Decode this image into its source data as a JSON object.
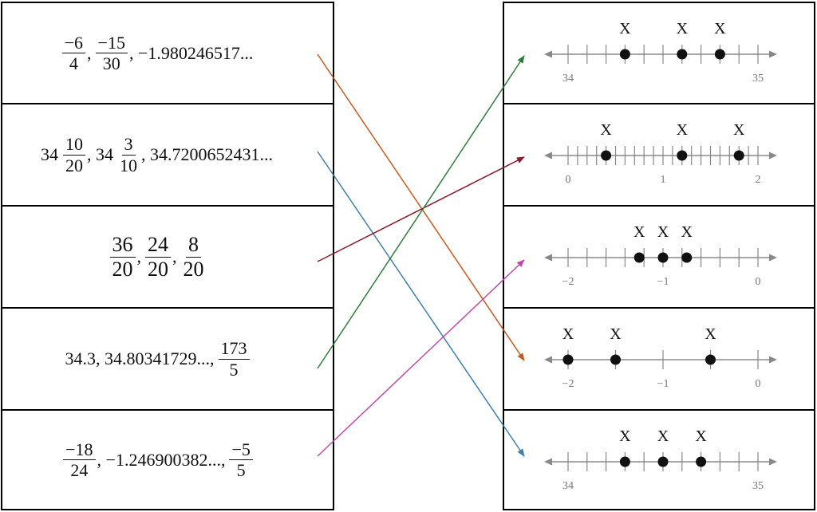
{
  "left_items": [
    {
      "id": "L1",
      "parts": [
        {
          "type": "frac",
          "num": "−6",
          "den": "4"
        },
        {
          "type": "text",
          "value": ","
        },
        {
          "type": "frac",
          "num": "−15",
          "den": "30"
        },
        {
          "type": "text",
          "value": ", −1.980246517..."
        }
      ]
    },
    {
      "id": "L2",
      "parts": [
        {
          "type": "whole",
          "value": "34"
        },
        {
          "type": "frac",
          "num": "10",
          "den": "20"
        },
        {
          "type": "text",
          "value": ", 34"
        },
        {
          "type": "frac",
          "num": "3",
          "den": "10"
        },
        {
          "type": "text",
          "value": ", 34.7200652431..."
        }
      ]
    },
    {
      "id": "L3",
      "parts": [
        {
          "type": "frac",
          "num": "36",
          "den": "20",
          "big": true
        },
        {
          "type": "text",
          "value": ","
        },
        {
          "type": "frac",
          "num": "24",
          "den": "20",
          "big": true
        },
        {
          "type": "text",
          "value": ","
        },
        {
          "type": "frac",
          "num": "8",
          "den": "20",
          "big": true
        }
      ]
    },
    {
      "id": "L4",
      "parts": [
        {
          "type": "text",
          "value": "34.3, 34.80341729..., "
        },
        {
          "type": "frac",
          "num": "173",
          "den": "5"
        }
      ]
    },
    {
      "id": "L5",
      "parts": [
        {
          "type": "frac",
          "num": "−18",
          "den": "24"
        },
        {
          "type": "text",
          "value": ", −1.246900382..., "
        },
        {
          "type": "frac",
          "num": "−5",
          "den": "5"
        }
      ]
    }
  ],
  "number_lines": [
    {
      "id": "R1",
      "min": 34,
      "max": 35,
      "minor_ticks": 10,
      "labels": [
        {
          "value": 34,
          "text": "34"
        },
        {
          "value": 35,
          "text": "35"
        }
      ],
      "points": [
        34.3,
        34.6,
        34.8
      ],
      "point_label": "X"
    },
    {
      "id": "R2",
      "min": 0,
      "max": 2,
      "minor_ticks": 20,
      "labels": [
        {
          "value": 0,
          "text": "0"
        },
        {
          "value": 1,
          "text": "1"
        },
        {
          "value": 2,
          "text": "2"
        }
      ],
      "points": [
        0.4,
        1.2,
        1.8
      ],
      "point_label": "X"
    },
    {
      "id": "R3",
      "min": -2,
      "max": 0,
      "minor_ticks": 10,
      "labels": [
        {
          "value": -2,
          "text": "−2"
        },
        {
          "value": -1,
          "text": "−1"
        },
        {
          "value": 0,
          "text": "0"
        }
      ],
      "points": [
        -1.25,
        -1.0,
        -0.75
      ],
      "point_label": "X"
    },
    {
      "id": "R4",
      "min": -2,
      "max": 0,
      "minor_ticks": 4,
      "labels": [
        {
          "value": -2,
          "text": "−2"
        },
        {
          "value": -1,
          "text": "−1"
        },
        {
          "value": 0,
          "text": "0"
        }
      ],
      "points": [
        -2.0,
        -1.5,
        -0.5
      ],
      "point_label": "X"
    },
    {
      "id": "R5",
      "min": 34,
      "max": 35,
      "minor_ticks": 10,
      "labels": [
        {
          "value": 34,
          "text": "34"
        },
        {
          "value": 35,
          "text": "35"
        }
      ],
      "points": [
        34.3,
        34.5,
        34.7
      ],
      "point_label": "X"
    }
  ],
  "connections": [
    {
      "from": "L1",
      "to": "R4",
      "color": "#c75a1e"
    },
    {
      "from": "L2",
      "to": "R5",
      "color": "#3f7fad"
    },
    {
      "from": "L3",
      "to": "R2",
      "color": "#8b1a2b"
    },
    {
      "from": "L4",
      "to": "R1",
      "color": "#2f7d3a"
    },
    {
      "from": "L5",
      "to": "R3",
      "color": "#c04aa7"
    }
  ]
}
